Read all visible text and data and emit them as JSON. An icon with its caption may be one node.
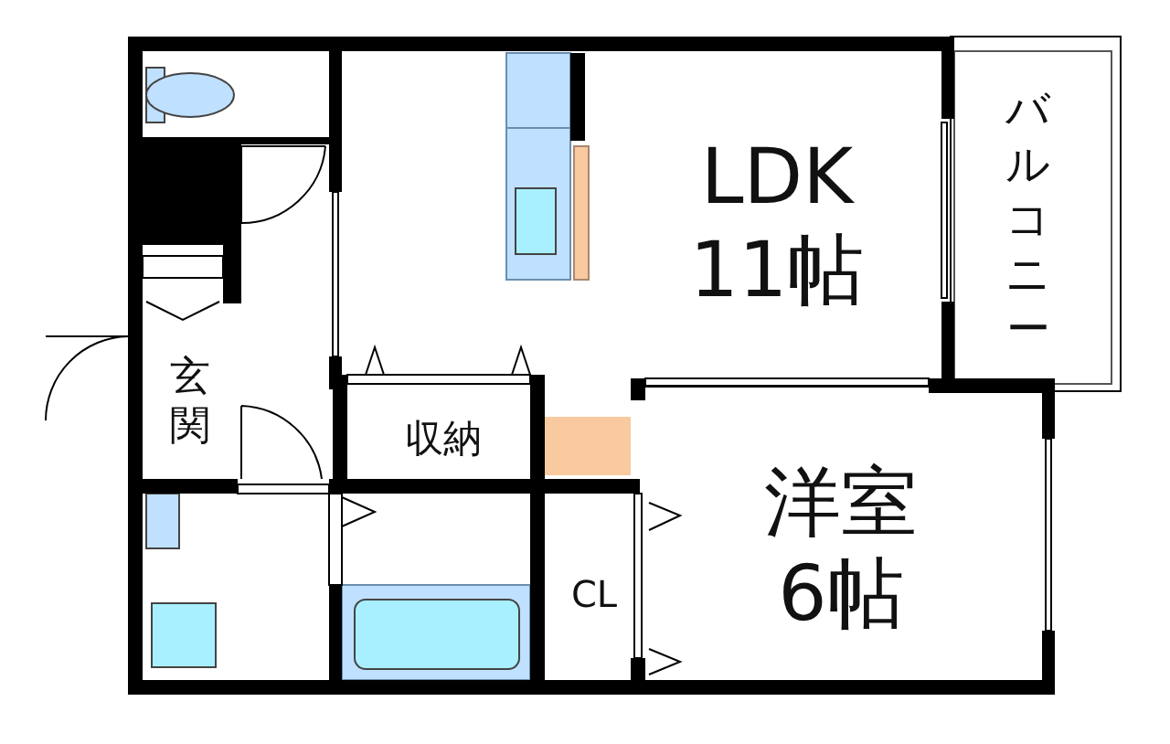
{
  "diagram": {
    "nodes": [
      {
        "text": [
          "LDK 11帖"
        ]
      },
      {
        "text": [
          "バルコニー"
        ]
      },
      {
        "text": [
          "玄関"
        ]
      },
      {
        "text": [
          "収納"
        ]
      },
      {
        "text": [
          "洋室6帖"
        ]
      },
      {
        "text": [
          "CL"
        ]
      }
    ]
  }
}
